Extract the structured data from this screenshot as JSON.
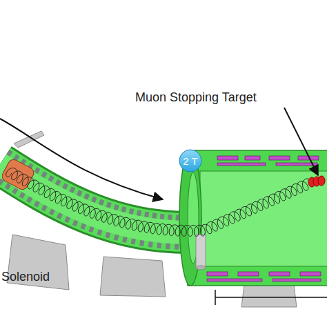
{
  "diagram": {
    "nodes": [
      {
        "text": [
          "2 T"
        ]
      }
    ],
    "edges": [],
    "labels": [
      "Muon Stopping Target",
      "Solenoid"
    ]
  }
}
